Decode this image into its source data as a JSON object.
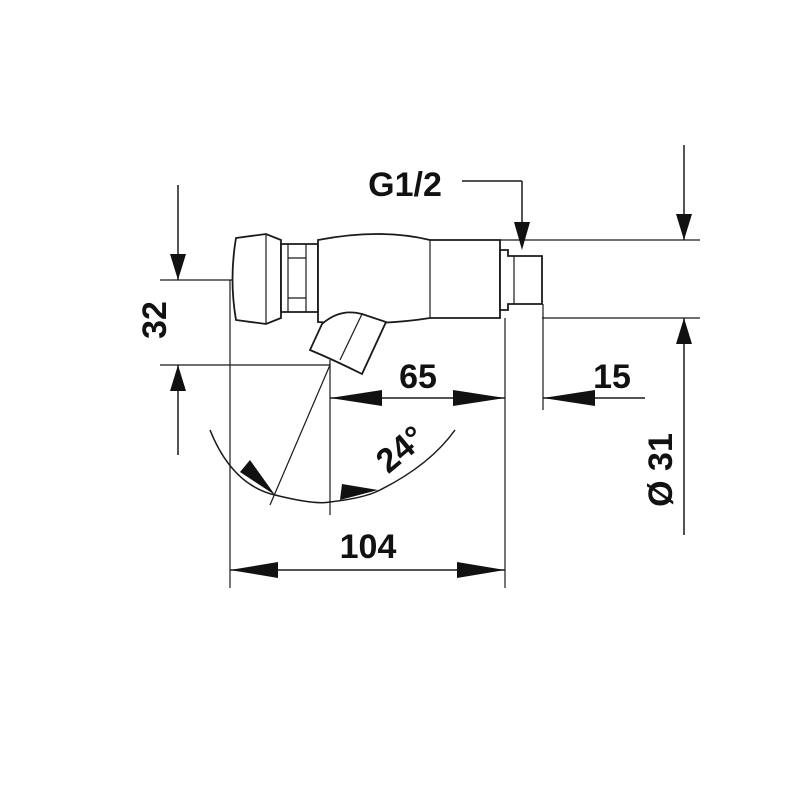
{
  "drawing": {
    "thread_label": "G1/2",
    "dim_height": "32",
    "dim_spout": "65",
    "dim_thread": "15",
    "dim_angle": "24°",
    "dim_length": "104",
    "dim_diameter": "Ø 31"
  },
  "colors": {
    "line": "#1a1a1a",
    "background": "#ffffff"
  }
}
